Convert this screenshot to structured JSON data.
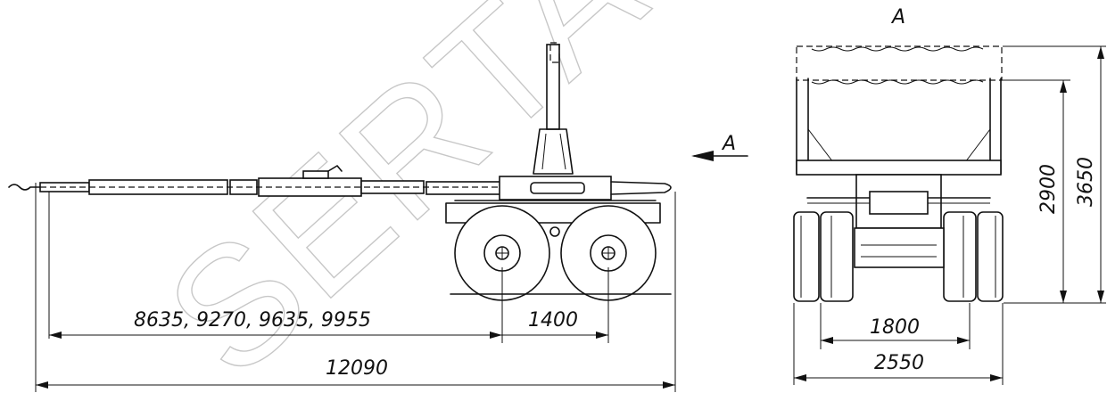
{
  "view_label_top": "A",
  "view_label_arrow": "A",
  "watermark": "SERTA",
  "dimensions": {
    "wheelbase_options": "8635, 9270, 9635, 9955",
    "axle_spacing": "1400",
    "overall_length": "12090",
    "track_width": "1800",
    "overall_width": "2550",
    "stake_height": "2900",
    "overall_height": "3650"
  }
}
